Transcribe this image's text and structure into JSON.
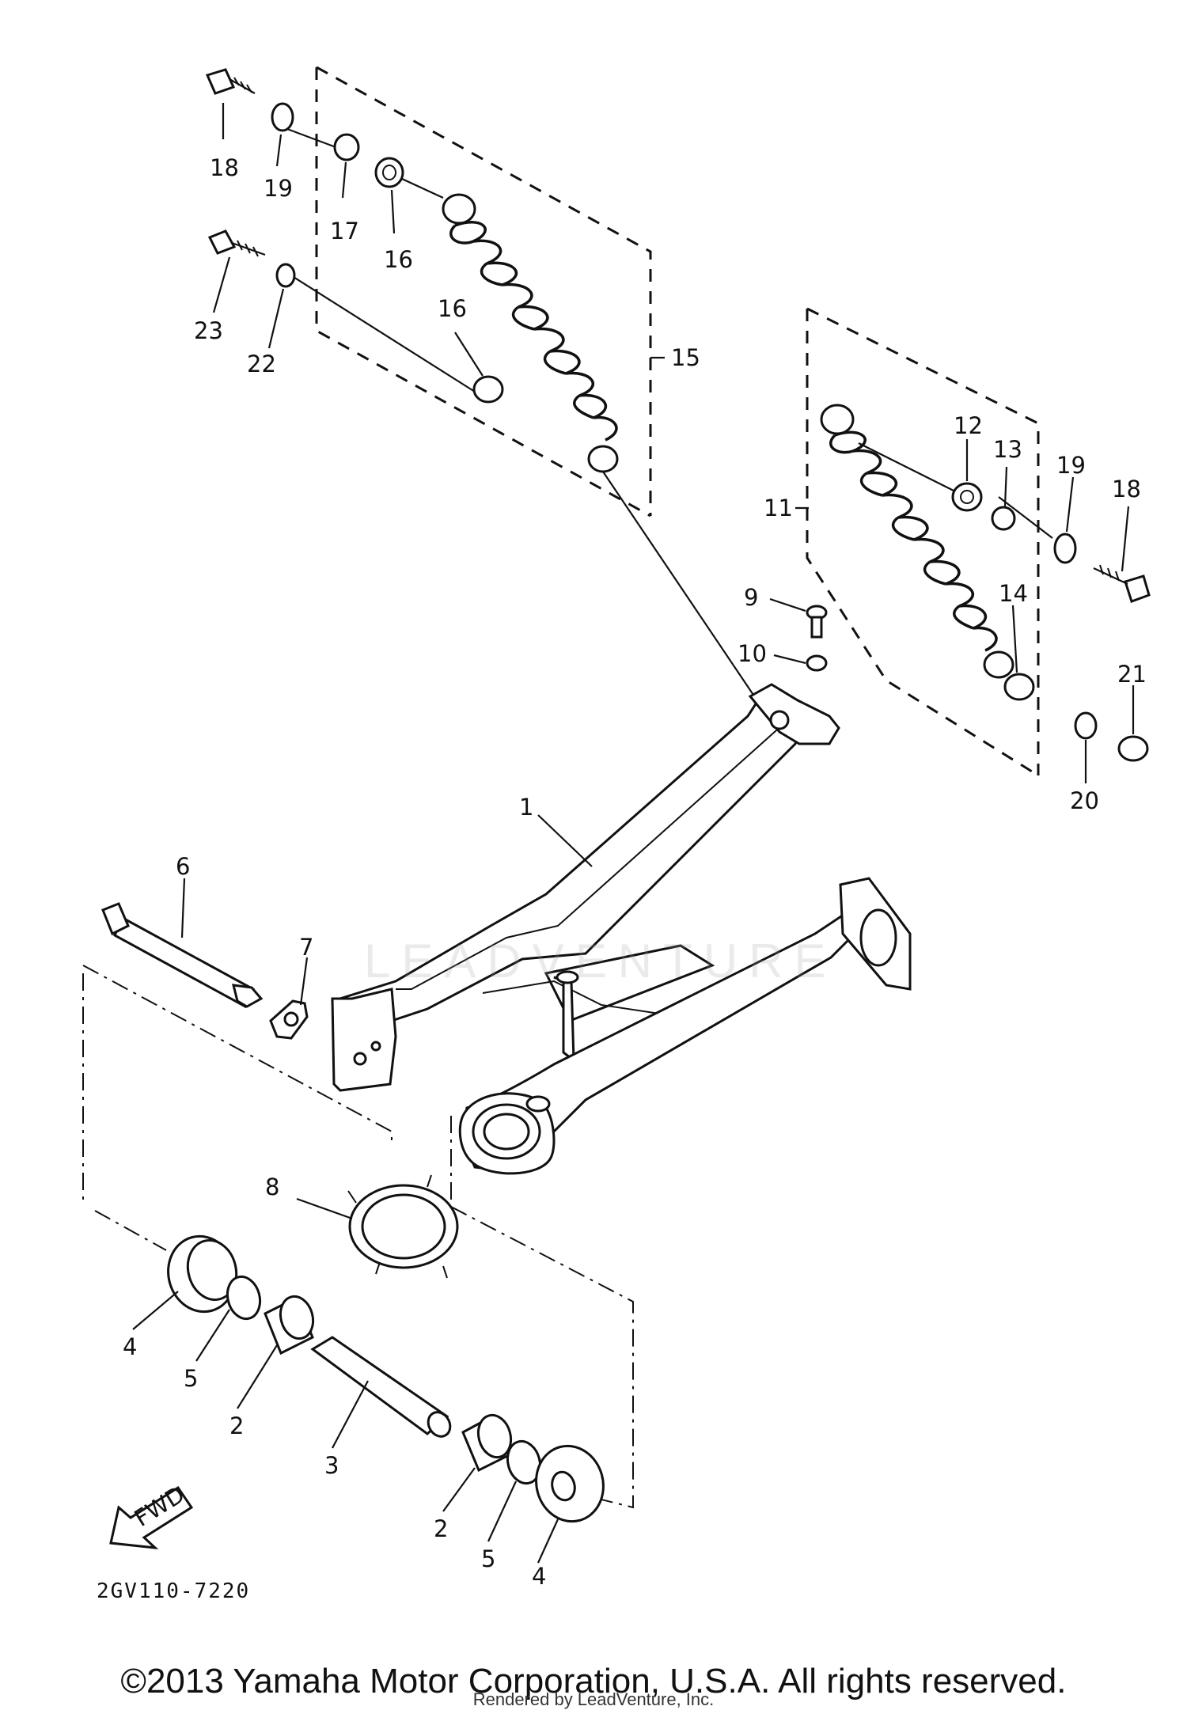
{
  "diagram": {
    "code": "2GV110-7220",
    "copyright": "©2013 Yamaha Motor Corporation, U.S.A. All rights reserved.",
    "rendered_by": "Rendered by LeadVenture, Inc.",
    "watermark": "LEADVENTURE",
    "fwd_label": "FWD"
  },
  "labels": {
    "p1": "1",
    "p2a": "2",
    "p2b": "2",
    "p3": "3",
    "p4a": "4",
    "p4b": "4",
    "p5a": "5",
    "p5b": "5",
    "p6": "6",
    "p7": "7",
    "p8": "8",
    "p9": "9",
    "p10": "10",
    "p11": "11",
    "p12": "12",
    "p13": "13",
    "p14": "14",
    "p15": "15",
    "p16a": "16",
    "p16b": "16",
    "p17": "17",
    "p18a": "18",
    "p18b": "18",
    "p19a": "19",
    "p19b": "19",
    "p20": "20",
    "p21": "21",
    "p22": "22",
    "p23": "23"
  }
}
